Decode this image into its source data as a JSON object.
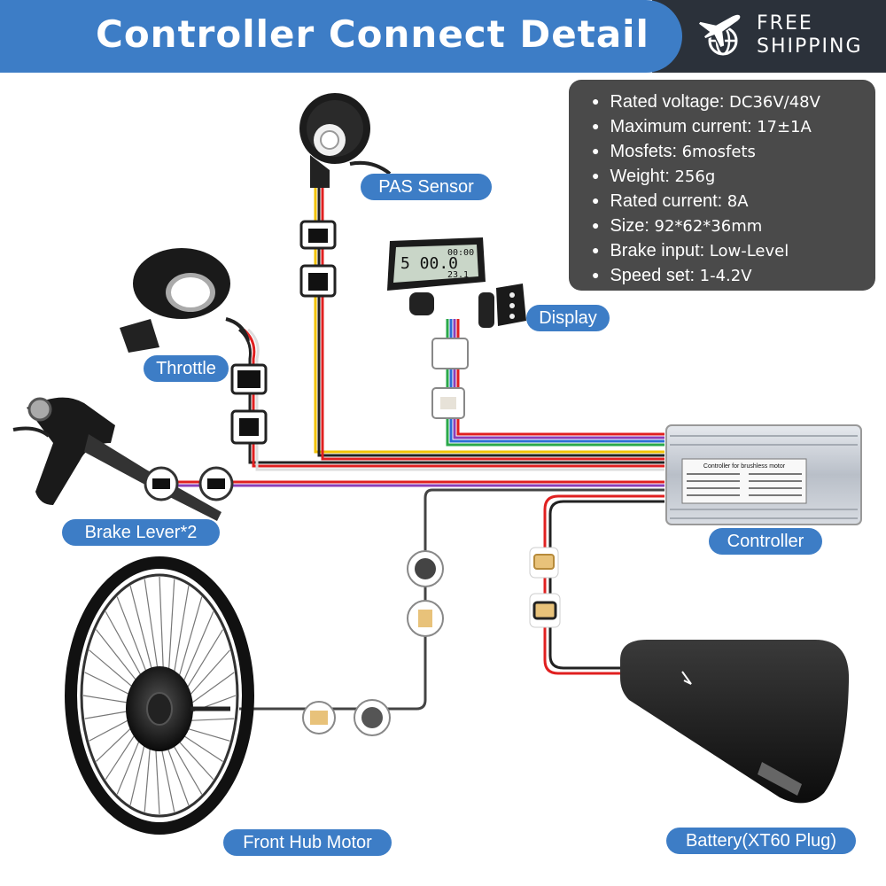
{
  "header": {
    "title": "Controller Connect Detail",
    "shipping_line1": "FREE",
    "shipping_line2": "SHIPPING",
    "accent_color": "#3d7dc6",
    "dark_color": "#2b313a"
  },
  "specs": [
    {
      "key": "Rated voltage:",
      "value": "DC36V/48V"
    },
    {
      "key": "Maximum current:",
      "value": "17±1A"
    },
    {
      "key": "Mosfets:",
      "value": "6mosfets"
    },
    {
      "key": "Weight:",
      "value": "256g"
    },
    {
      "key": "Rated current:",
      "value": "8A"
    },
    {
      "key": "Size:",
      "value": "92*62*36mm"
    },
    {
      "key": "Brake input:",
      "value": "Low-Level"
    },
    {
      "key": "Speed set:",
      "value": "1-4.2V"
    }
  ],
  "components": {
    "pas_sensor": "PAS Sensor",
    "display": "Display",
    "throttle": "Throttle",
    "brake_lever": "Brake Lever*2",
    "controller": "Controller",
    "front_hub_motor": "Front Hub Motor",
    "battery": "Battery(XT60 Plug)"
  },
  "controller_sticker": {
    "title": "Controller for brushless motor"
  },
  "icons": [
    "airplane-globe-icon"
  ],
  "wire_colors": {
    "red": "#e02020",
    "black": "#222222",
    "yellow": "#f2c200",
    "green": "#2aa84a",
    "blue": "#2b6fd6",
    "purple": "#8a3fb8",
    "white": "#dddddd"
  }
}
